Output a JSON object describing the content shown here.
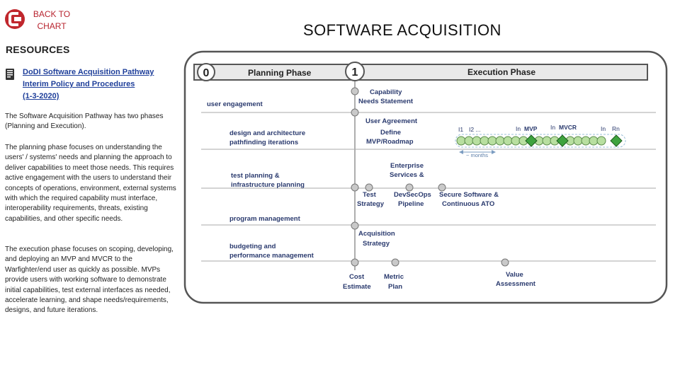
{
  "nav": {
    "back_line1": "BACK TO",
    "back_line2": "CHART"
  },
  "sidebar": {
    "title": "RESOURCES",
    "link_line1": "DoDI Software Acquisition Pathway",
    "link_line2": "Interim Policy and Procedures",
    "link_line3": "(1-3-2020)",
    "para1": "The Software Acquisition Pathway has two phases (Planning and Execution).",
    "para2": "The planning phase focuses on understanding the users' / systems' needs and planning the approach to deliver capabilities to meet those needs. This requires active engagement with the users to understand their concepts of operations, environment, external systems with which the required capability must interface, interoperability requirements, threats, existing capabilities, and other specific needs.",
    "para3": "The execution phase focuses on scoping, developing, and deploying an MVP and MVCR to the Warfighter/end user as quickly as possible. MVPs provide users with working software to demonstrate initial capabilities, test external interfaces as needed, accelerate learning, and shape needs/requirements, designs, and future iterations."
  },
  "page": {
    "title": "SOFTWARE ACQUISITION"
  },
  "diagram": {
    "phase0_num": "0",
    "phase0_label": "Planning Phase",
    "phase1_num": "1",
    "phase1_label": "Execution Phase",
    "rows": [
      {
        "line1": "user engagement",
        "line2": ""
      },
      {
        "line1": "design and architecture",
        "line2": "pathfinding iterations"
      },
      {
        "line1": "test planning &",
        "line2": "infrastructure planning"
      },
      {
        "line1": "program management",
        "line2": ""
      },
      {
        "line1": "budgeting and",
        "line2": "performance management"
      }
    ],
    "milestones": {
      "capability_1": "Capability",
      "capability_2": "Needs Statement",
      "user_agreement": "User Agreement",
      "define": "Define",
      "mvp_roadmap": "MVP/Roadmap",
      "enterprise_1": "Enterprise",
      "enterprise_2": "Services &",
      "test_1": "Test",
      "test_2": "Strategy",
      "devsecops_1": "DevSecOps",
      "devsecops_2": "Pipeline",
      "secure_1": "Secure Software &",
      "secure_2": "Continuous ATO",
      "acq_1": "Acquisition",
      "acq_2": "Strategy",
      "cost_1": "Cost",
      "cost_2": "Estimate",
      "metric_1": "Metric",
      "metric_2": "Plan",
      "value_1": "Value",
      "value_2": "Assessment"
    },
    "iterations": {
      "i1": "I1",
      "i2": "I2 ...",
      "in_mvp": "In",
      "mvp": "MVP",
      "in_mvcr": "In",
      "mvcr": "MVCR",
      "in_rn": "In",
      "rn": "Rn",
      "months": "~ months"
    },
    "colors": {
      "milestone_fill": "#c9c9c9",
      "iteration_fill": "#b8dfa0",
      "diamond_fill": "#3ea33e",
      "border": "#555555"
    }
  }
}
